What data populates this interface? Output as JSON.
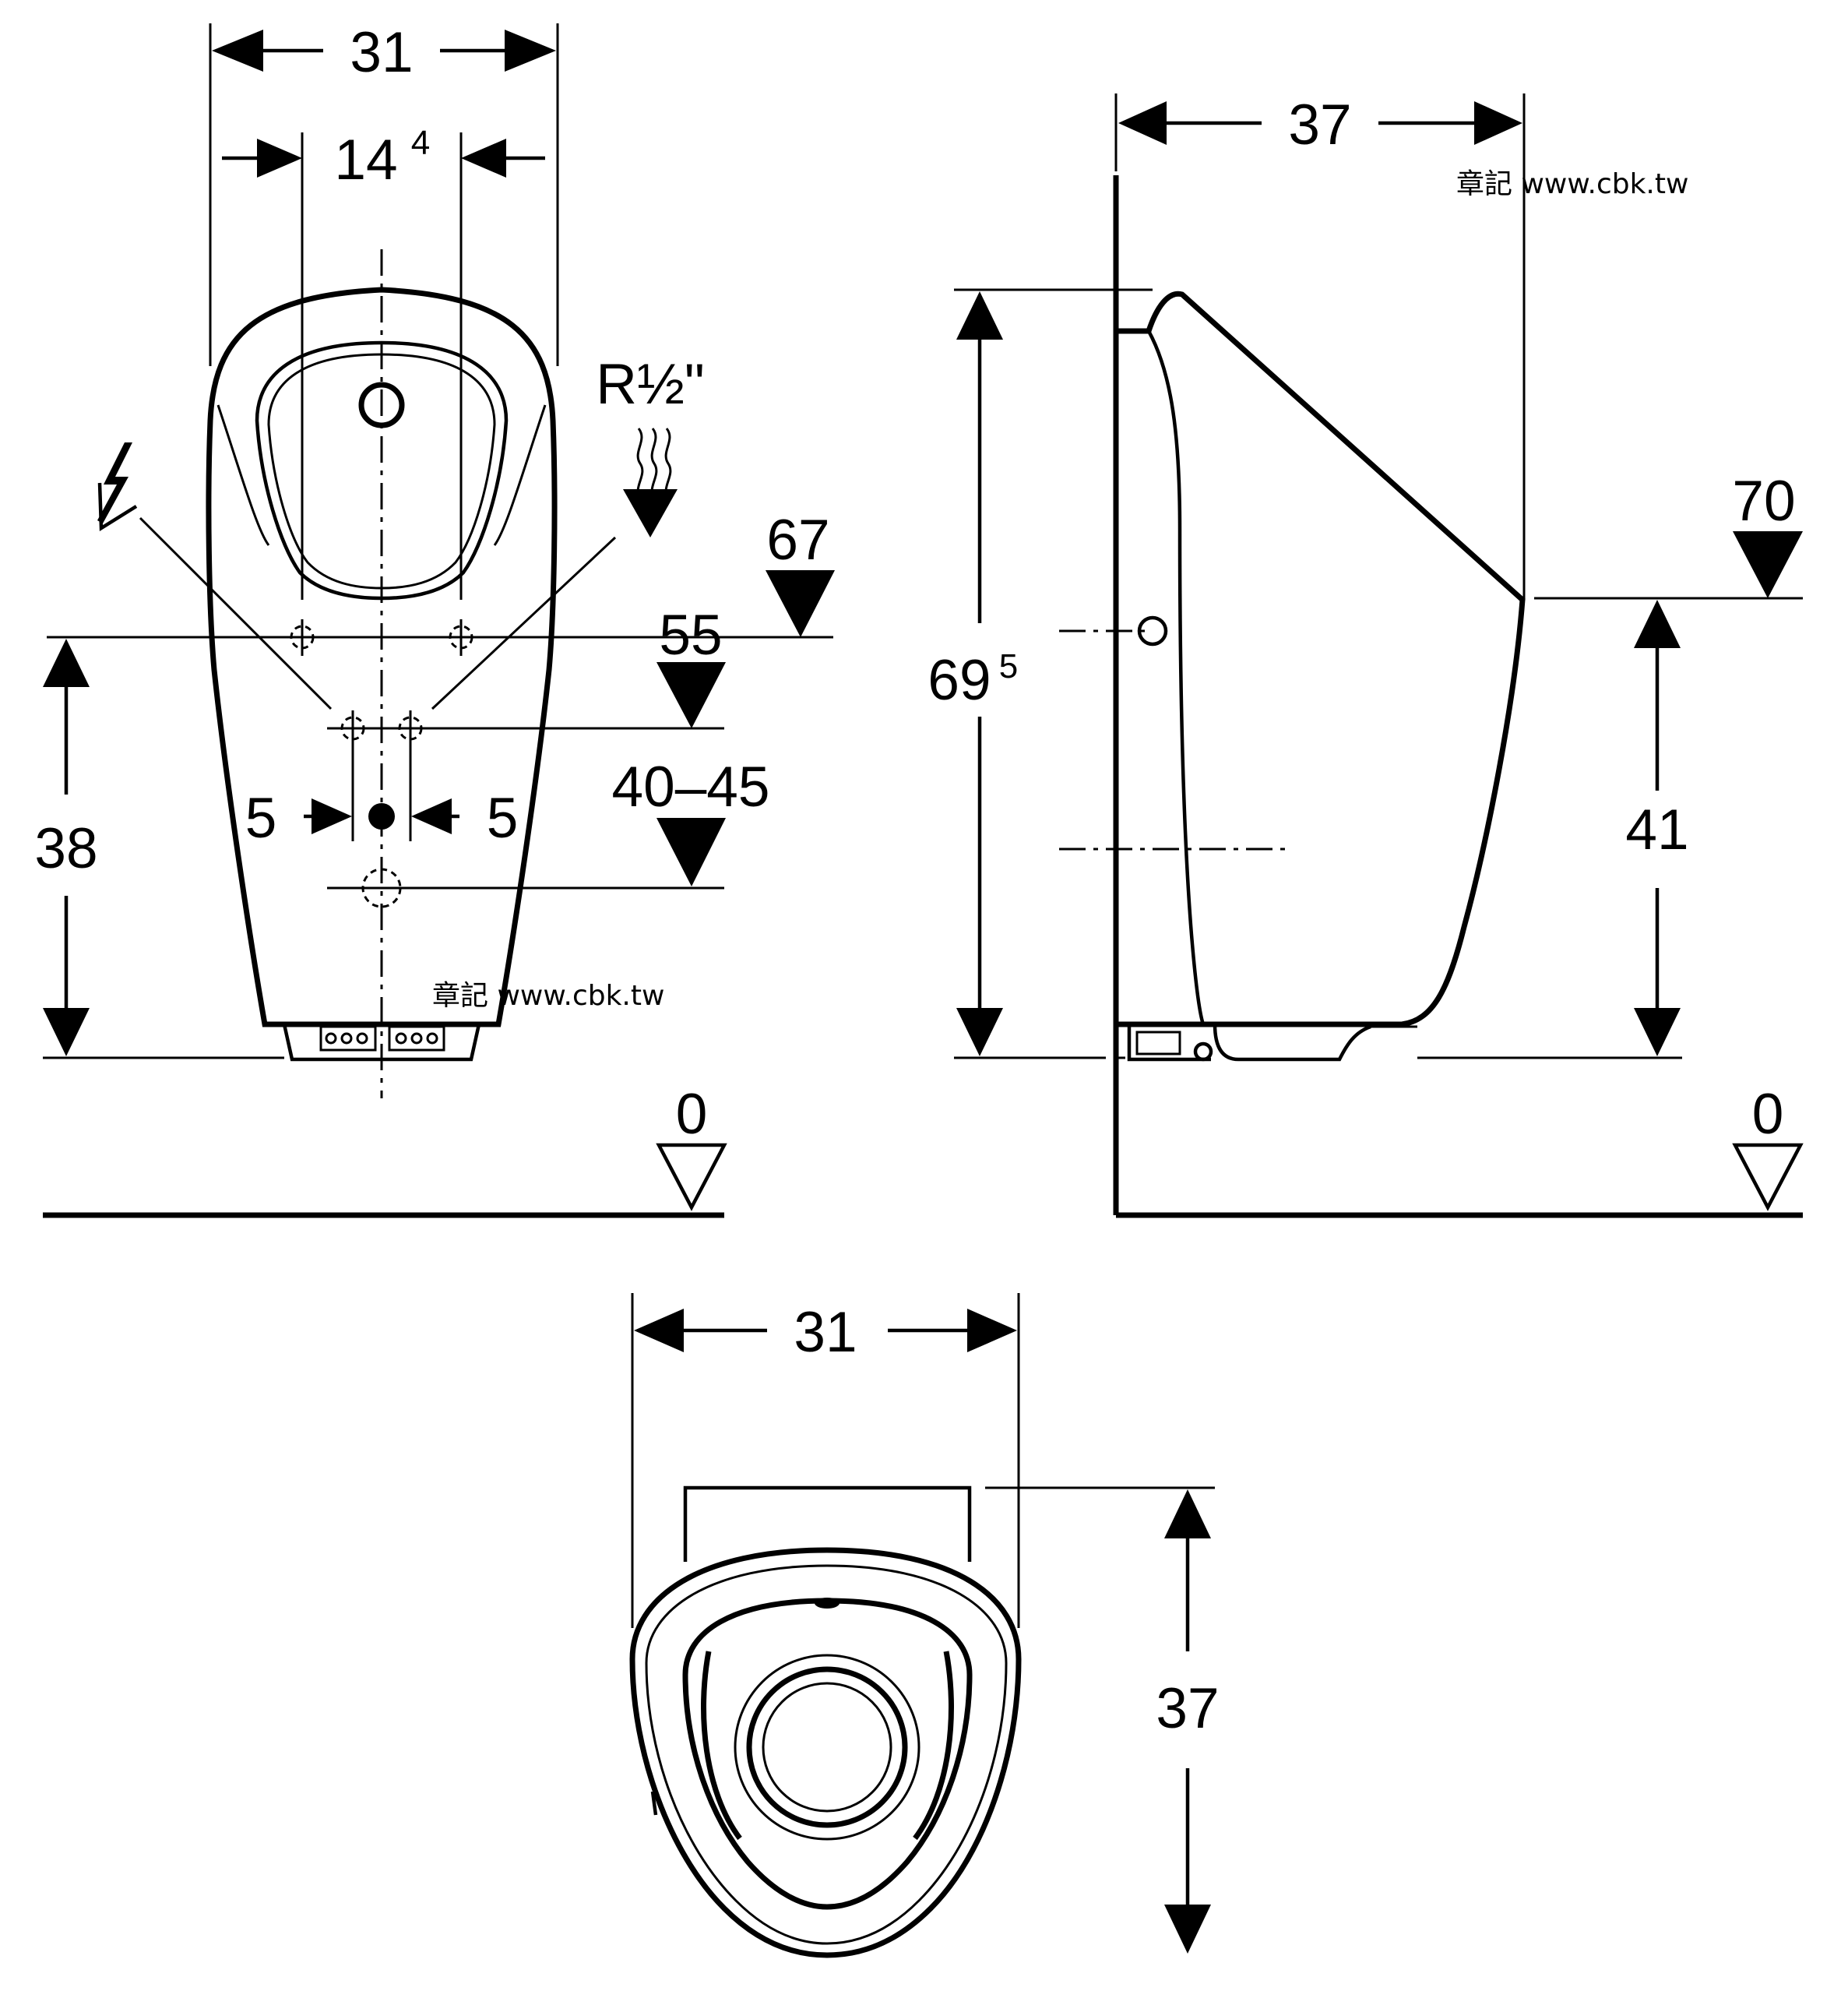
{
  "front_view": {
    "width_overall": "31",
    "inlet_spacing_main": "14",
    "inlet_spacing_sup": "4",
    "supply_thread": "R½\"",
    "level_top": "67",
    "level_inlet": "55",
    "outlet_range": "40–45",
    "offset_left": "5",
    "offset_right": "5",
    "height_rim": "38",
    "floor_level": "0"
  },
  "side_view": {
    "depth": "37",
    "height_main": "69",
    "height_sup": "5",
    "level_rim": "70",
    "height_outlet": "41",
    "floor_level": "0"
  },
  "top_view": {
    "width": "31",
    "depth": "37"
  },
  "watermark": {
    "mark": "章記",
    "url": "www.cbk.tw"
  },
  "icons": [
    "lightning-icon",
    "water-supply-icon"
  ]
}
